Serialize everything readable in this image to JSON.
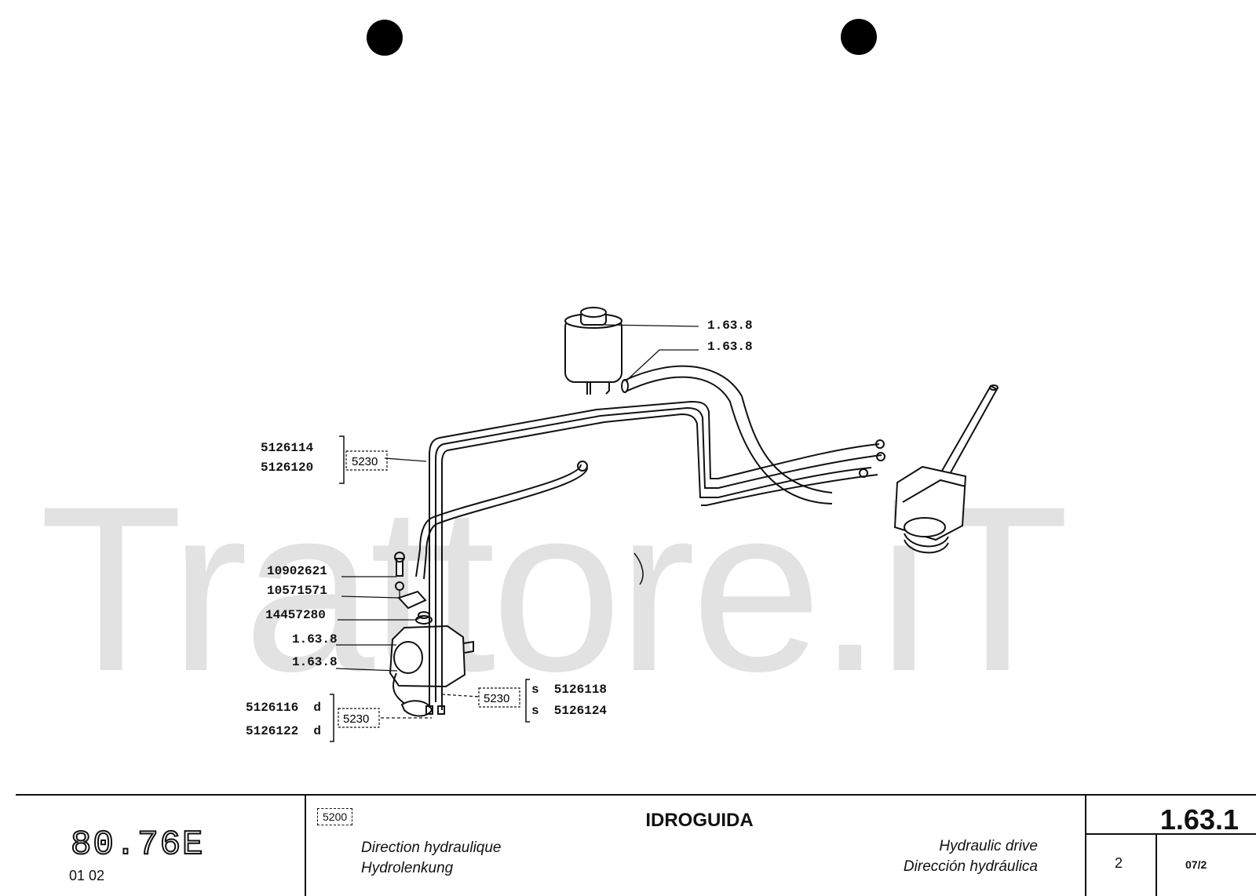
{
  "callouts": {
    "reservoir_cap": "1.63.8",
    "reservoir_hose": "1.63.8",
    "pipe_a": "5126114",
    "pipe_b": "5126120",
    "ref_upper": "5230",
    "bolt": "10902621",
    "washer": "10571571",
    "seal": "14457280",
    "pump_a": "1.63.8",
    "pump_b": "1.63.8",
    "ref_right": "5230",
    "pipe_s1": "s  5126118",
    "pipe_s2": "s  5126124",
    "pipe_d1": "5126116  d",
    "pipe_d2": "5126122  d",
    "ref_lower": "5230"
  },
  "watermark": "Trattore.iT",
  "titleblock": {
    "model": "80.76E",
    "codes": "01  02",
    "group_ref": "5200",
    "title": "IDROGUIDA",
    "fr": "Direction hydraulique",
    "de": "Hydrolenkung",
    "en": "Hydraulic drive",
    "es": "Dirección hydráulica",
    "section_number": "1.63.1",
    "sheet": "2",
    "date": "07/2"
  }
}
